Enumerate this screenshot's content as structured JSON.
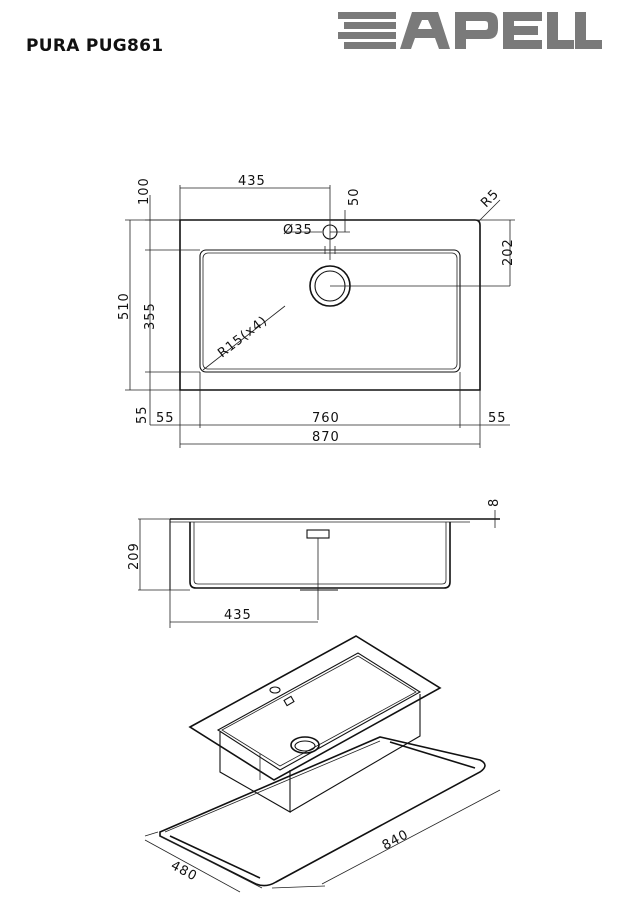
{
  "header": {
    "model": "PURA PUG861",
    "brand": "APELL",
    "brand_color": "#7a7a7a"
  },
  "top_view": {
    "dim_435": "435",
    "dim_50": "50",
    "dim_r5": "R5",
    "dim_100": "100",
    "dim_phi35": "Ø35",
    "dim_202": "202",
    "dim_510": "510",
    "dim_355": "355",
    "dim_r15": "R15(x4)",
    "dim_55_left": "55",
    "dim_760": "760",
    "dim_55_right": "55",
    "dim_55_vertical": "55",
    "dim_870": "870"
  },
  "section_view": {
    "dim_8": "8",
    "dim_209": "209",
    "dim_435": "435"
  },
  "iso_view": {
    "dim_480": "480",
    "dim_840": "840"
  }
}
